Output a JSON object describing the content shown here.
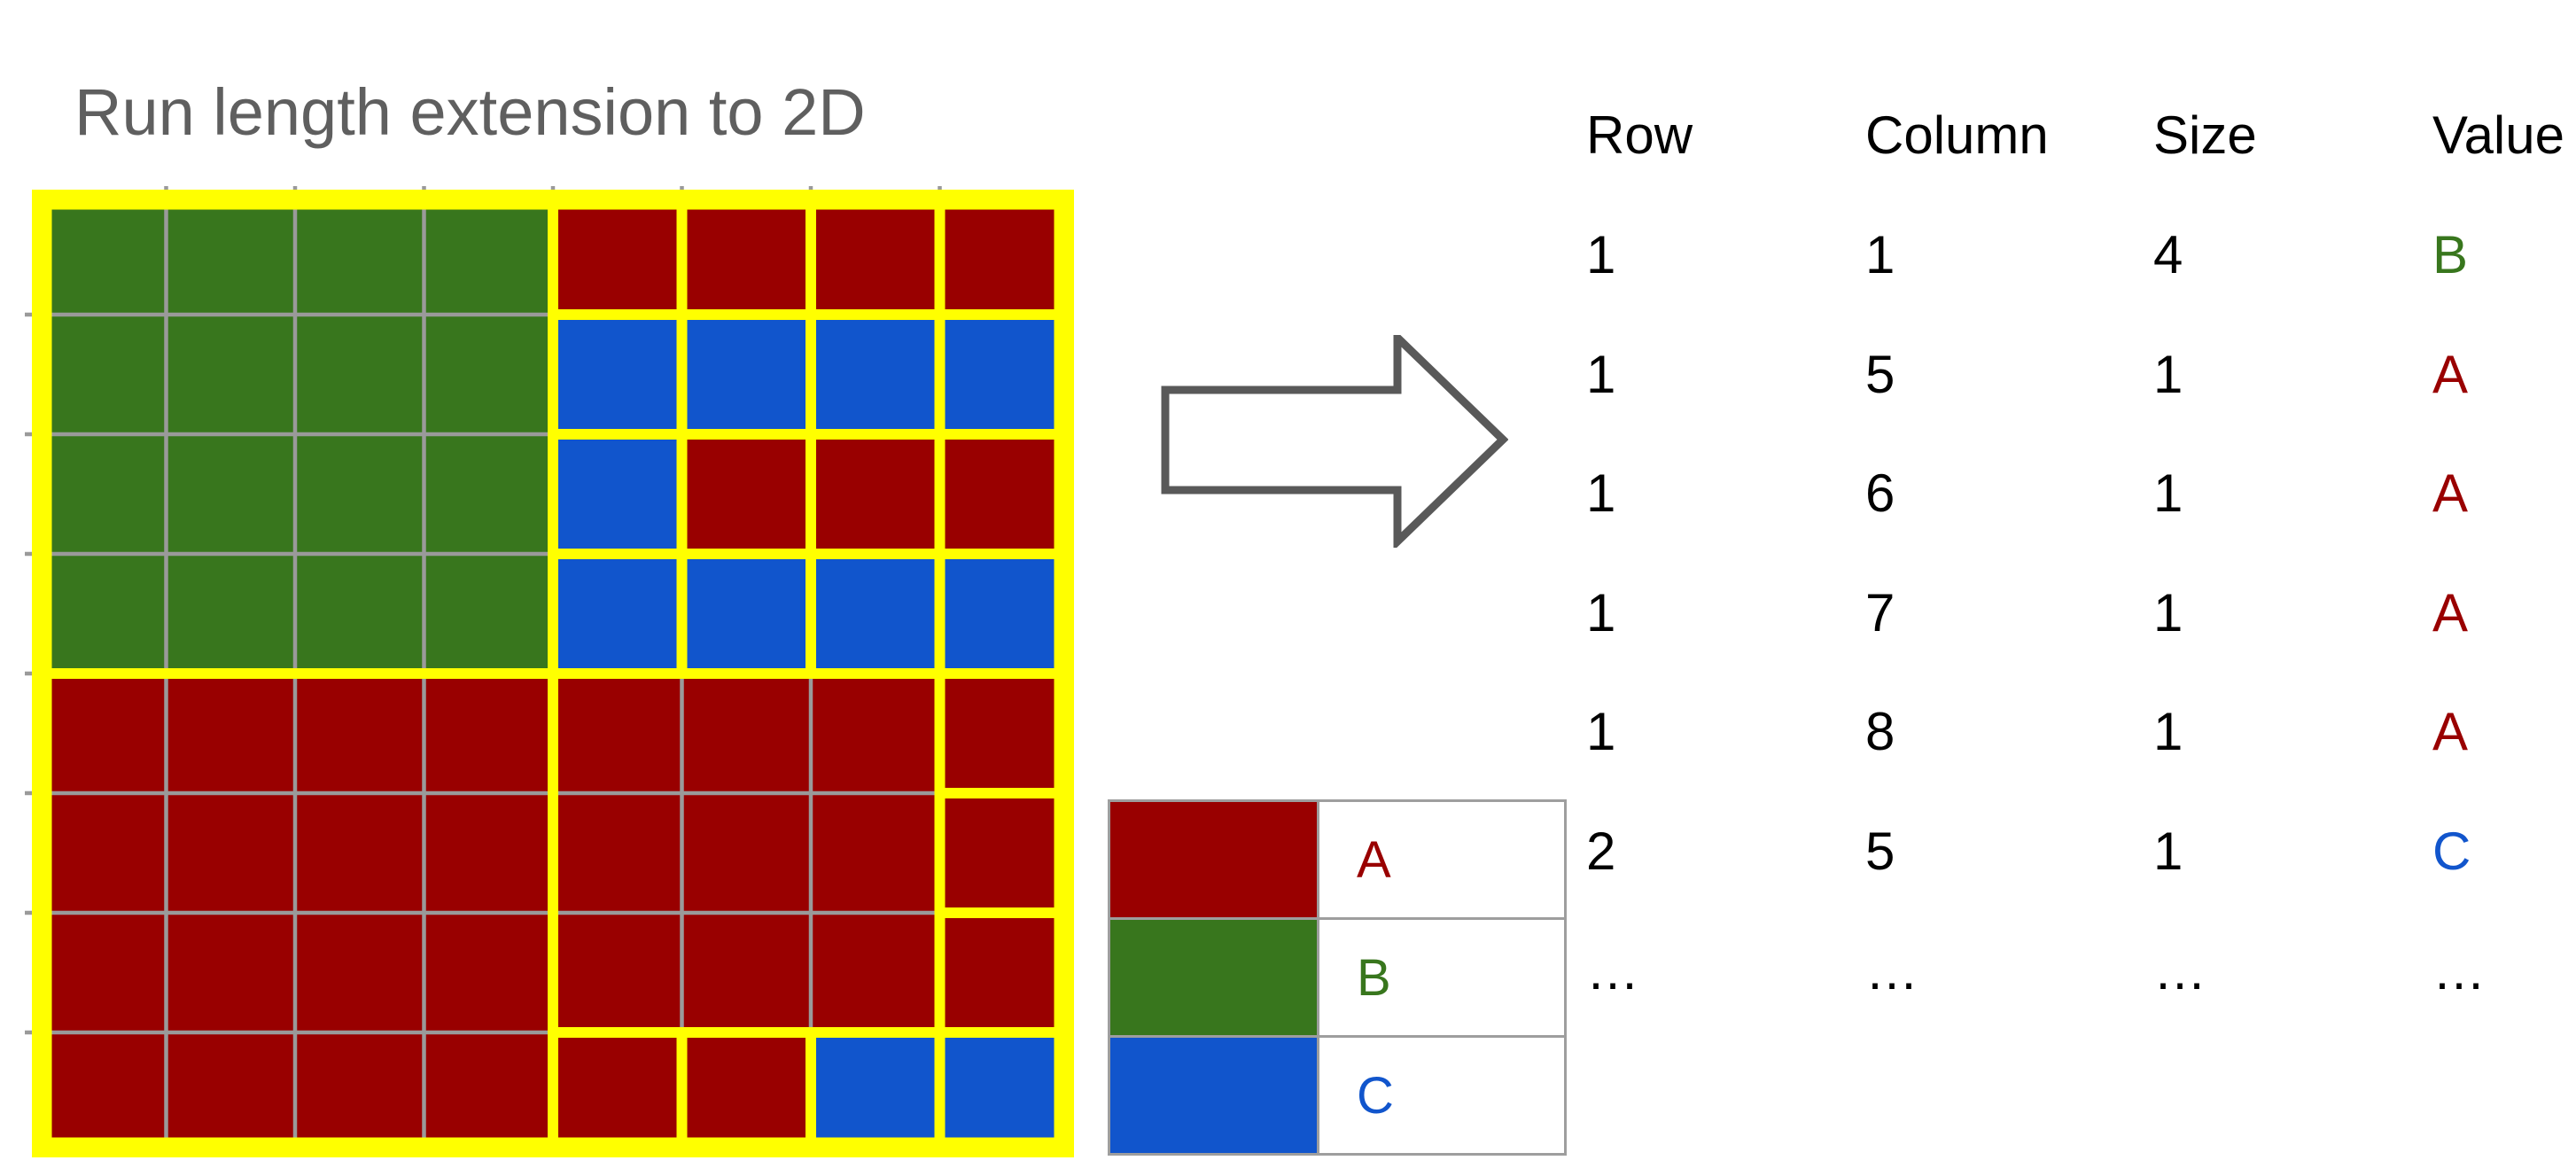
{
  "title": {
    "text": "Run length extension to 2D"
  },
  "colors": {
    "A": "#990000",
    "B": "#38761d",
    "C": "#1155cc",
    "region_border": "#ffff00",
    "grid_line": "#9a9a9a",
    "title_text": "#5f5f5f",
    "arrow_stroke": "#595959",
    "legend_border": "#9e9e9e",
    "table_text": "#000000"
  },
  "grid": {
    "rows": 8,
    "cols": 8,
    "cells": [
      [
        "B",
        "B",
        "B",
        "B",
        "A",
        "A",
        "A",
        "A"
      ],
      [
        "B",
        "B",
        "B",
        "B",
        "C",
        "C",
        "C",
        "C"
      ],
      [
        "B",
        "B",
        "B",
        "B",
        "C",
        "A",
        "A",
        "A"
      ],
      [
        "B",
        "B",
        "B",
        "B",
        "C",
        "C",
        "C",
        "C"
      ],
      [
        "A",
        "A",
        "A",
        "A",
        "A",
        "A",
        "A",
        "A"
      ],
      [
        "A",
        "A",
        "A",
        "A",
        "A",
        "A",
        "A",
        "A"
      ],
      [
        "A",
        "A",
        "A",
        "A",
        "A",
        "A",
        "A",
        "A"
      ],
      [
        "A",
        "A",
        "A",
        "A",
        "A",
        "A",
        "C",
        "C"
      ]
    ],
    "regions": [
      {
        "row": 1,
        "col": 1,
        "size": 4
      },
      {
        "row": 1,
        "col": 5,
        "size": 1
      },
      {
        "row": 1,
        "col": 6,
        "size": 1
      },
      {
        "row": 1,
        "col": 7,
        "size": 1
      },
      {
        "row": 1,
        "col": 8,
        "size": 1
      },
      {
        "row": 2,
        "col": 5,
        "size": 1
      },
      {
        "row": 2,
        "col": 6,
        "size": 1
      },
      {
        "row": 2,
        "col": 7,
        "size": 1
      },
      {
        "row": 2,
        "col": 8,
        "size": 1
      },
      {
        "row": 3,
        "col": 5,
        "size": 1
      },
      {
        "row": 3,
        "col": 6,
        "size": 1
      },
      {
        "row": 3,
        "col": 7,
        "size": 1
      },
      {
        "row": 3,
        "col": 8,
        "size": 1
      },
      {
        "row": 4,
        "col": 5,
        "size": 1
      },
      {
        "row": 4,
        "col": 6,
        "size": 1
      },
      {
        "row": 4,
        "col": 7,
        "size": 1
      },
      {
        "row": 4,
        "col": 8,
        "size": 1
      },
      {
        "row": 5,
        "col": 1,
        "size": 4
      },
      {
        "row": 5,
        "col": 5,
        "size": 3
      },
      {
        "row": 5,
        "col": 8,
        "size": 1
      },
      {
        "row": 6,
        "col": 8,
        "size": 1
      },
      {
        "row": 7,
        "col": 8,
        "size": 1
      },
      {
        "row": 8,
        "col": 5,
        "size": 1
      },
      {
        "row": 8,
        "col": 6,
        "size": 1
      },
      {
        "row": 8,
        "col": 7,
        "size": 1
      },
      {
        "row": 8,
        "col": 8,
        "size": 1
      }
    ]
  },
  "arrow": {
    "direction": "right"
  },
  "legend": {
    "entries": [
      "A",
      "B",
      "C"
    ]
  },
  "table": {
    "headers": [
      "Row",
      "Column",
      "Size",
      "Value"
    ],
    "rows": [
      {
        "row": "1",
        "column": "1",
        "size": "4",
        "value": "B"
      },
      {
        "row": "1",
        "column": "5",
        "size": "1",
        "value": "A"
      },
      {
        "row": "1",
        "column": "6",
        "size": "1",
        "value": "A"
      },
      {
        "row": "1",
        "column": "7",
        "size": "1",
        "value": "A"
      },
      {
        "row": "1",
        "column": "8",
        "size": "1",
        "value": "A"
      },
      {
        "row": "2",
        "column": "5",
        "size": "1",
        "value": "C"
      },
      {
        "row": "…",
        "column": "…",
        "size": "…",
        "value": "…"
      }
    ]
  }
}
